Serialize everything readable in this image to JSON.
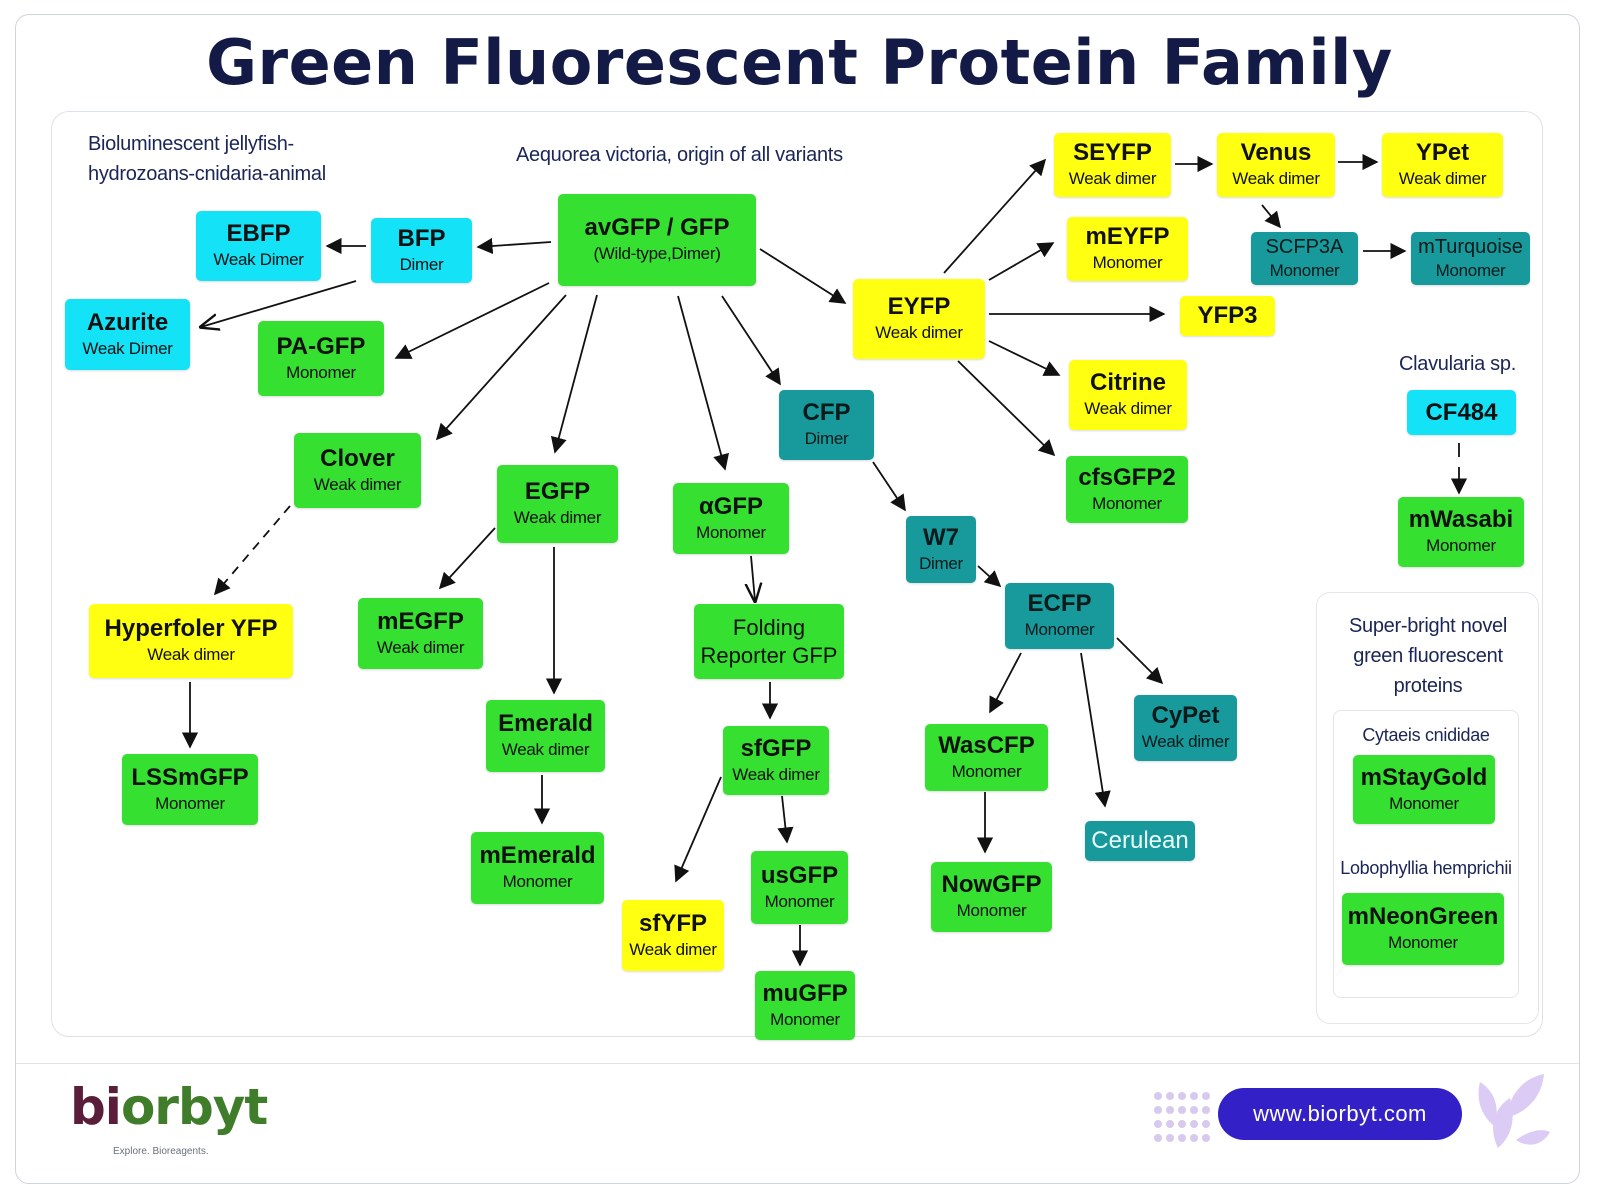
{
  "title": "Green Fluorescent Protein Family",
  "notes": {
    "bioluminescent_line1": "Bioluminescent jellyfish-",
    "bioluminescent_line2": "hydrozoans-cnidaria-animal",
    "aequorea": "Aequorea victoria, origin of all variants",
    "clavularia": "Clavularia sp.",
    "superbright_line1": "Super-bright novel",
    "superbright_line2": "green fluorescent",
    "superbright_line3": "proteins",
    "cytaeis": "Cytaeis cnididae",
    "lobophyllia": "Lobophyllia hemprichii"
  },
  "colors": {
    "green": "#35e030",
    "yellow": "#ffff12",
    "cyan": "#14e2f7",
    "teal": "#18999b"
  },
  "nodes": {
    "avgfp": {
      "name": "avGFP / GFP",
      "sub": "(Wild-type,Dimer)"
    },
    "bfp": {
      "name": "BFP",
      "sub": "Dimer"
    },
    "ebfp": {
      "name": "EBFP",
      "sub": "Weak Dimer"
    },
    "azurite": {
      "name": "Azurite",
      "sub": "Weak Dimer"
    },
    "pagfp": {
      "name": "PA-GFP",
      "sub": "Monomer"
    },
    "clover": {
      "name": "Clover",
      "sub": "Weak dimer"
    },
    "hyperfoler": {
      "name": "Hyperfoler YFP",
      "sub": "Weak dimer"
    },
    "lssmgfp": {
      "name": "LSSmGFP",
      "sub": "Monomer"
    },
    "egfp": {
      "name": "EGFP",
      "sub": "Weak dimer"
    },
    "megfp": {
      "name": "mEGFP",
      "sub": "Weak dimer"
    },
    "emerald": {
      "name": "Emerald",
      "sub": "Weak dimer"
    },
    "memerald": {
      "name": "mEmerald",
      "sub": "Monomer"
    },
    "agfp": {
      "name": "αGFP",
      "sub": "Monomer"
    },
    "folding": {
      "name": "Folding",
      "sub": "Reporter GFP"
    },
    "sfgfp": {
      "name": "sfGFP",
      "sub": "Weak dimer"
    },
    "sfyfp": {
      "name": "sfYFP",
      "sub": "Weak dimer"
    },
    "usgfp": {
      "name": "usGFP",
      "sub": "Monomer"
    },
    "mugfp": {
      "name": "muGFP",
      "sub": "Monomer"
    },
    "cfp": {
      "name": "CFP",
      "sub": "Dimer"
    },
    "w7": {
      "name": "W7",
      "sub": "Dimer"
    },
    "ecfp": {
      "name": "ECFP",
      "sub": "Monomer"
    },
    "wascfp": {
      "name": "WasCFP",
      "sub": "Monomer"
    },
    "nowgfp": {
      "name": "NowGFP",
      "sub": "Monomer"
    },
    "cypet": {
      "name": "CyPet",
      "sub": "Weak dimer"
    },
    "cerulean": {
      "name": "Cerulean",
      "sub": ""
    },
    "eyfp": {
      "name": "EYFP",
      "sub": "Weak dimer"
    },
    "seyfp": {
      "name": "SEYFP",
      "sub": "Weak dimer"
    },
    "venus": {
      "name": "Venus",
      "sub": "Weak dimer"
    },
    "ypet": {
      "name": "YPet",
      "sub": "Weak dimer"
    },
    "scfp3a": {
      "name": "SCFP3A",
      "sub": "Monomer"
    },
    "mturquoise": {
      "name": "mTurquoise",
      "sub": "Monomer"
    },
    "meyfp": {
      "name": "mEYFP",
      "sub": "Monomer"
    },
    "yfp3": {
      "name": "YFP3",
      "sub": ""
    },
    "citrine": {
      "name": "Citrine",
      "sub": "Weak dimer"
    },
    "cfsgfp2": {
      "name": "cfsGFP2",
      "sub": "Monomer"
    },
    "cf484": {
      "name": "CF484",
      "sub": ""
    },
    "mwasabi": {
      "name": "mWasabi",
      "sub": "Monomer"
    },
    "mstaygold": {
      "name": "mStayGold",
      "sub": "Monomer"
    },
    "mneongreen": {
      "name": "mNeonGreen",
      "sub": "Monomer"
    }
  },
  "footer": {
    "logo_part1": "bi",
    "logo_part2": "orbyt",
    "tagline": "Explore. Bioreagents.",
    "url": "www.biorbyt.com"
  }
}
